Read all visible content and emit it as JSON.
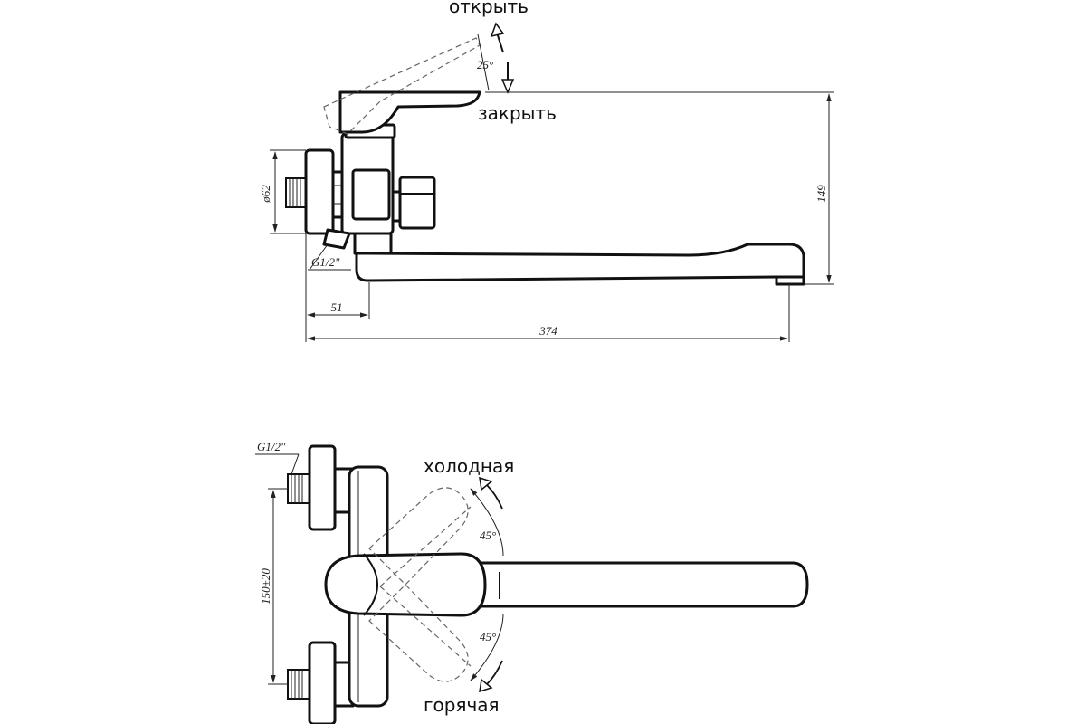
{
  "labels": {
    "open": "открыть",
    "close": "закрыть",
    "cold": "холодная",
    "hot": "горячая"
  },
  "dimensions": {
    "lever_angle": "25°",
    "height": "149",
    "diameter": "ø62",
    "thread_side": "G1/2\"",
    "thread_top": "G1/2\"",
    "offset": "51",
    "length": "374",
    "spacing": "150±20",
    "angle_cold": "45°",
    "angle_hot": "45°"
  }
}
